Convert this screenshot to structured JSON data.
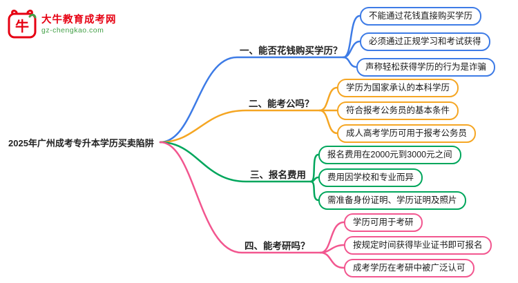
{
  "logo": {
    "brand": "大牛教育成考网",
    "domain": "gz-chengkao.com",
    "icon_text": "牛",
    "colors": {
      "red": "#e60012",
      "green": "#43a047"
    }
  },
  "root": {
    "label": "2025年广州成考专升本学历买卖陷阱"
  },
  "branches": [
    {
      "label": "一、能否花钱购买学历？",
      "color": "#3d7be6",
      "children": [
        {
          "label": "不能通过花钱直接购买学历"
        },
        {
          "label": "必须通过正规学习和考试获得"
        },
        {
          "label": "声称轻松获得学历的行为是诈骗"
        }
      ]
    },
    {
      "label": "二、能考公吗？",
      "color": "#f5a623",
      "children": [
        {
          "label": "学历为国家承认的本科学历"
        },
        {
          "label": "符合报考公务员的基本条件"
        },
        {
          "label": "成人高考学历可用于报考公务员"
        }
      ]
    },
    {
      "label": "三、报名费用",
      "color": "#00a65c",
      "children": [
        {
          "label": "报名费用在2000元到3000元之间"
        },
        {
          "label": "费用因学校和专业而异"
        },
        {
          "label": "需准备身份证明、学历证明及照片"
        }
      ]
    },
    {
      "label": "四、能考研吗？",
      "color": "#f2568f",
      "children": [
        {
          "label": "学历可用于考研"
        },
        {
          "label": "按规定时间获得毕业证书即可报名"
        },
        {
          "label": "成考学历在考研中被广泛认可"
        }
      ]
    }
  ]
}
